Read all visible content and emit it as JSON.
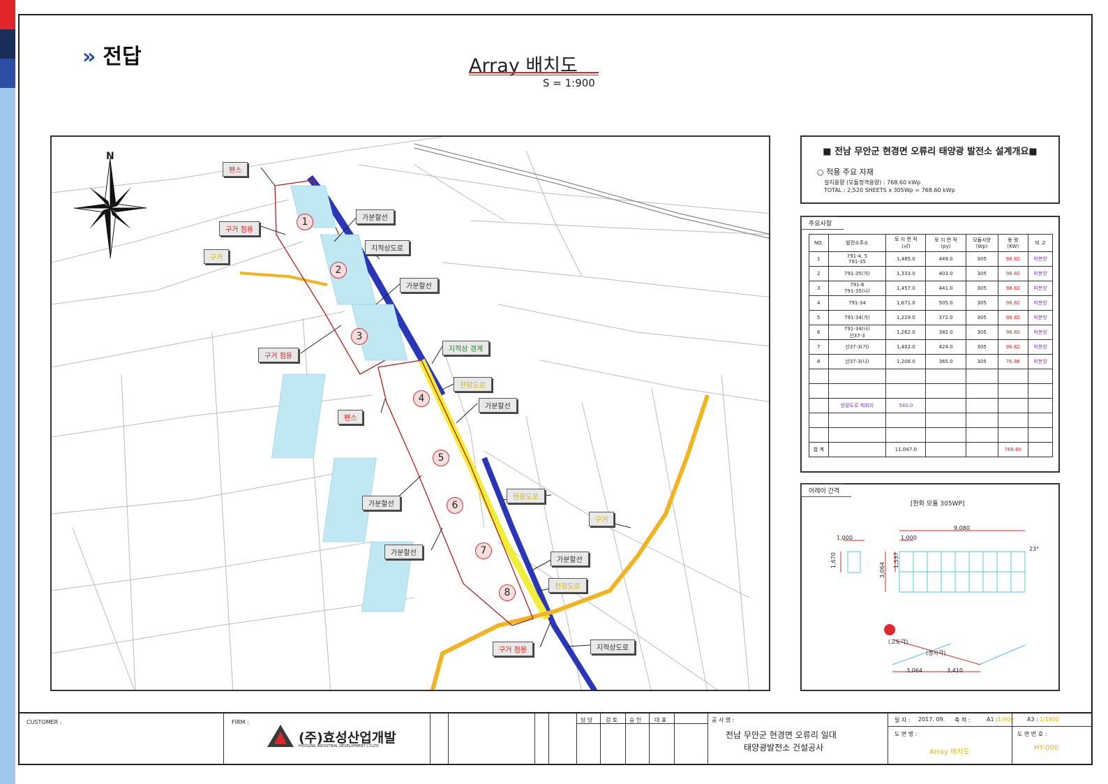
{
  "header": {
    "section": "전답",
    "title": "Array 배치도",
    "scale": "S = 1:900"
  },
  "map": {
    "north": "N",
    "callouts": [
      {
        "id": "fence1",
        "text": "펜스",
        "style": "red"
      },
      {
        "id": "ditch1",
        "text": "구거 점용",
        "style": "red"
      },
      {
        "id": "road1",
        "text": "구거",
        "style": "yel"
      },
      {
        "id": "line1",
        "text": "가분할선",
        "style": "blu"
      },
      {
        "id": "road2",
        "text": "지적상도로",
        "style": "blu"
      },
      {
        "id": "line2",
        "text": "가분할선",
        "style": "blu"
      },
      {
        "id": "ditch2",
        "text": "구거 점용",
        "style": "red"
      },
      {
        "id": "boundary",
        "text": "지적상 경계",
        "style": "grn"
      },
      {
        "id": "road3",
        "text": "현황도로",
        "style": "yel"
      },
      {
        "id": "line3",
        "text": "가분할선",
        "style": "blu"
      },
      {
        "id": "fence2",
        "text": "펜스",
        "style": "red"
      },
      {
        "id": "line4",
        "text": "가분할선",
        "style": "blu"
      },
      {
        "id": "road4",
        "text": "현황도로",
        "style": "yel"
      },
      {
        "id": "line5",
        "text": "가분할선",
        "style": "blu"
      },
      {
        "id": "road5",
        "text": "구거",
        "style": "yel"
      },
      {
        "id": "line6",
        "text": "가분할선",
        "style": "blu"
      },
      {
        "id": "road6",
        "text": "현황도로",
        "style": "yel"
      },
      {
        "id": "ditch3",
        "text": "구거 점용",
        "style": "red"
      },
      {
        "id": "road7",
        "text": "지적상도로",
        "style": "blu"
      }
    ],
    "numbers": [
      "1",
      "2",
      "3",
      "4",
      "5",
      "6",
      "7",
      "8"
    ]
  },
  "overview": {
    "heading": "■ 전남 무안군 현경면 오류리 태양광 발전소 설계개요■",
    "materials": "○ 적용 주요 자재",
    "capacity": "설치용량 (모듈정격용량) : 768.60 kWp",
    "total": "TOTAL : 2,520 SHEETS x 305Wp = 768.60 kWp"
  },
  "summary": {
    "tab": "주요사항",
    "headers": [
      "NO.",
      "발전소주소",
      "토 지 면 적\n(㎡)",
      "토 지 면 적\n(py)",
      "모듈사양\n(Wp)",
      "용 량\n(KW)",
      "비 고"
    ],
    "rows": [
      [
        "1",
        "791-4, 5\n791-35",
        "1,485.0",
        "449.0",
        "305",
        "98.82",
        "미분양"
      ],
      [
        "2",
        "791-35(가)",
        "1,333.0",
        "403.0",
        "305",
        "98.82",
        "미분양"
      ],
      [
        "3",
        "791-6\n791-35(나)",
        "1,457.0",
        "441.0",
        "305",
        "98.82",
        "미분양"
      ],
      [
        "4",
        "791-34",
        "1,671.0",
        "505.0",
        "305",
        "98.82",
        "미분양"
      ],
      [
        "5",
        "791-34(가)",
        "1,229.0",
        "372.0",
        "305",
        "98.82",
        "미분양"
      ],
      [
        "6",
        "791-34(나)\n산37-3",
        "1,262.0",
        "382.0",
        "305",
        "98.82",
        "미분양"
      ],
      [
        "7",
        "산37-3(가)",
        "1,402.0",
        "424.0",
        "305",
        "98.82",
        "미분양"
      ],
      [
        "8",
        "산37-3(나)",
        "1,208.0",
        "365.0",
        "305",
        "76.86",
        "미분양"
      ]
    ],
    "excluded_label": "현황도로 제외지",
    "excluded_value": "540.0",
    "total_label": "합 계",
    "total_area": "11,047.0",
    "total_capacity": "768.60"
  },
  "array_gap": {
    "tab": "어레이 간격",
    "caption": "[한화 모듈 305WP]",
    "dims": {
      "w1": "1,000",
      "h1": "1,670",
      "w2": "1,000",
      "total": "9,080",
      "h2": "1,537",
      "h3": "3,064",
      "angle": "23°",
      "alt": "(고도각)",
      "tilt": "(경사각)",
      "d1": "3,064",
      "d2": "3,410"
    }
  },
  "title_block": {
    "customer": "CUSTOMER :",
    "firm": "FIRM :",
    "company": "(주)효성산업개발",
    "company_en": "HYOSUNG INDUSTRIAL DEVELOPMENT CO.LTD",
    "approvals": [
      "담 당",
      "검 토",
      "승 인",
      "대 표"
    ],
    "project_label": "공 사 명 :",
    "project_line1": "전남 무안군 현경면 오류리 일대",
    "project_line2": "태양광발전소 건설공사",
    "date_label": "일 자 :",
    "date": "2017. 09.",
    "scale_label": "축 적 :",
    "a1_label": "A1 :",
    "a1": "1/900",
    "a3_label": "A3 :",
    "a3": "1/1800",
    "drawing_name_label": "도 면 명 :",
    "drawing_name": "Array 배치도",
    "drawing_no_label": "도 면 번 호 :",
    "drawing_no": "HY-000"
  }
}
